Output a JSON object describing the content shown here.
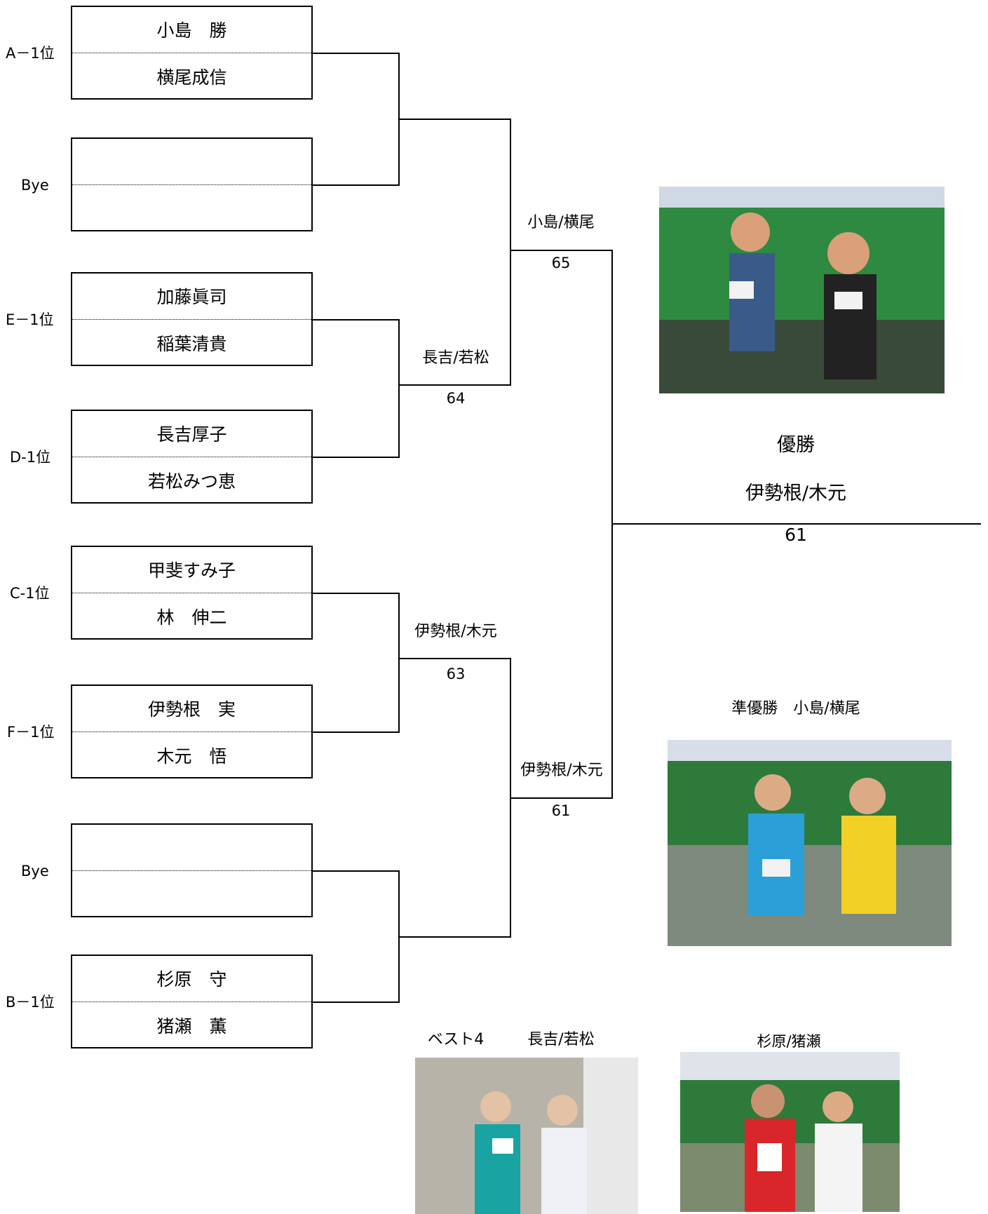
{
  "bracket": {
    "entries": [
      {
        "seed": "A－1位",
        "player1": "小島　勝",
        "player2": "横尾成信"
      },
      {
        "seed": "Bye",
        "player1": "",
        "player2": ""
      },
      {
        "seed": "E－1位",
        "player1": "加藤眞司",
        "player2": "稲葉清貴"
      },
      {
        "seed": "D-1位",
        "player1": "長吉厚子",
        "player2": "若松みつ恵"
      },
      {
        "seed": "C-1位",
        "player1": "甲斐すみ子",
        "player2": "林　伸二"
      },
      {
        "seed": "F－1位",
        "player1": "伊勢根　実",
        "player2": "木元　悟"
      },
      {
        "seed": "Bye",
        "player1": "",
        "player2": ""
      },
      {
        "seed": "B－1位",
        "player1": "杉原　守",
        "player2": "猪瀬　薫"
      }
    ],
    "round2": [
      {
        "team": "長吉/若松",
        "score": "64"
      },
      {
        "team": "伊勢根/木元",
        "score": "63"
      }
    ],
    "semifinal": [
      {
        "team": "小島/横尾",
        "score": "65"
      },
      {
        "team": "伊勢根/木元",
        "score": "61"
      }
    ],
    "final": {
      "title": "優勝",
      "team": "伊勢根/木元",
      "score": "61"
    }
  },
  "results": {
    "runner_up": "準優勝　小島/横尾",
    "best4_label": "ベスト4",
    "best4_team1": "長吉/若松",
    "best4_team2": "杉原/猪瀬"
  }
}
